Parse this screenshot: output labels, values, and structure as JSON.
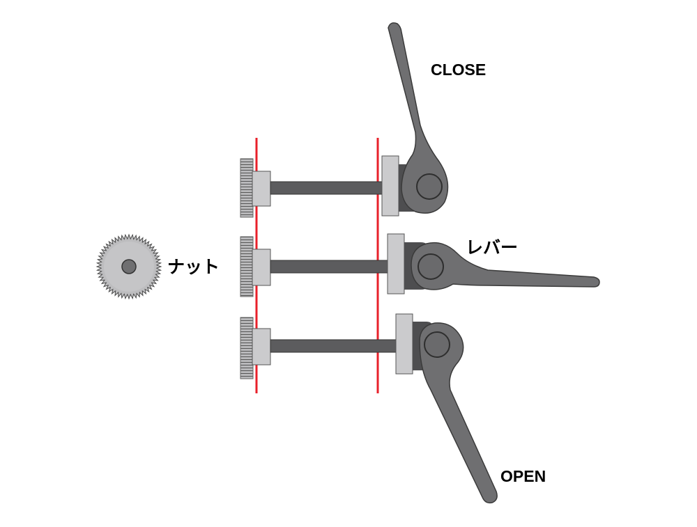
{
  "labels": {
    "close": "CLOSE",
    "lever": "レバー",
    "nut": "ナット",
    "open": "OPEN"
  },
  "colors": {
    "frame_line": "#e8202a",
    "metal_dark": "#6f6f71",
    "metal_mid": "#5c5c5e",
    "metal_light": "#cbcbcd",
    "outline": "#3a3a3a"
  }
}
